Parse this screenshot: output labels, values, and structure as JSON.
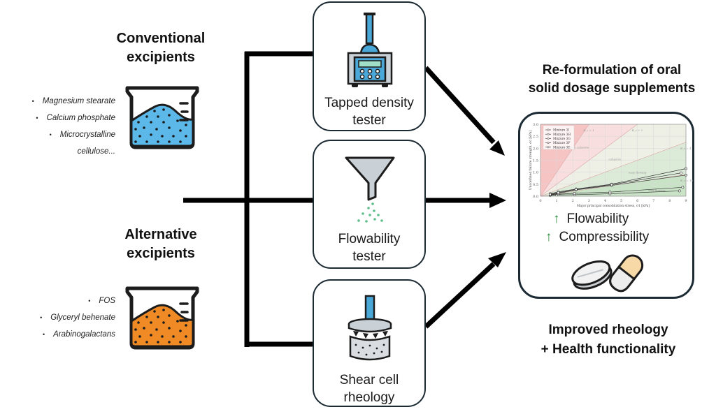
{
  "inputs": {
    "conventional": {
      "title_line1": "Conventional",
      "title_line2": "excipients",
      "items": [
        "Magnesium stearate",
        "Calcium phosphate",
        "Microcrystalline",
        "cellulose..."
      ],
      "powder_color": "#5bb8e8"
    },
    "alternative": {
      "title_line1": "Alternative",
      "title_line2": "excipients",
      "items": [
        "FOS",
        "Glyceryl behenate",
        "Arabinogalactans"
      ],
      "powder_color": "#f08a24"
    }
  },
  "tests": [
    {
      "icon": "tapped-density-tester-icon",
      "line1": "Tapped density",
      "line2": "tester"
    },
    {
      "icon": "funnel-icon",
      "line1": "Flowability",
      "line2": "tester"
    },
    {
      "icon": "shear-cell-icon",
      "line1": "Shear cell",
      "line2": "rheology"
    }
  ],
  "result": {
    "title_line1": "Re-formulation of oral",
    "title_line2": "solid dosage supplements",
    "gains": [
      {
        "arrow": "↑",
        "label": "Flowability"
      },
      {
        "arrow": "↑",
        "label": "Compressibility"
      }
    ],
    "icon": "pills-icon"
  },
  "outcome": {
    "line1": "Improved rheology",
    "line2": "+ Health functionality"
  },
  "colors": {
    "accent_blue": "#4aa8d8",
    "accent_orange": "#f08a24",
    "gain_green": "#2e8b3e",
    "outline": "#1b2a33"
  },
  "chart_data": {
    "type": "line",
    "title": "",
    "xlabel": "Major principal consolidation stress, σ1 [kPa]",
    "ylabel": "Unconfined failure strength, σc [kPa]",
    "xlim": [
      0,
      9
    ],
    "ylim": [
      0,
      3.0
    ],
    "xticks": [
      0,
      1,
      2,
      3,
      4,
      5,
      6,
      7,
      8,
      9
    ],
    "yticks": [
      "0.0",
      "0.5",
      "1.0",
      "1.5",
      "2.0",
      "2.5",
      "3.0"
    ],
    "grid": true,
    "legend_position": "top-left",
    "ff_lines": [
      {
        "label": "ff_c = 1",
        "slope": 1
      },
      {
        "label": "ff_c = 2",
        "slope": 0.5
      },
      {
        "label": "ff_c = 4",
        "slope": 0.25
      },
      {
        "label": "ff_c = 10",
        "slope": 0.1
      }
    ],
    "regions": [
      "very cohesive",
      "cohesive",
      "easy flowing",
      "free flowing"
    ],
    "series": [
      {
        "name": "Mixture 3I",
        "x": [
          0.6,
          1.0,
          2.1,
          4.3,
          8.6
        ],
        "y": [
          0.03,
          0.05,
          0.06,
          0.1,
          0.22
        ]
      },
      {
        "name": "Mixture 3H",
        "x": [
          0.6,
          1.1,
          2.1,
          4.3,
          8.8
        ],
        "y": [
          0.05,
          0.08,
          0.12,
          0.17,
          0.37
        ]
      },
      {
        "name": "Mixture 3G",
        "x": [
          0.6,
          1.1,
          2.2,
          4.4,
          9.0
        ],
        "y": [
          0.06,
          0.12,
          0.26,
          0.45,
          0.88
        ]
      },
      {
        "name": "Mixture 3F",
        "x": [
          0.6,
          1.1,
          2.2,
          4.4,
          9.0
        ],
        "y": [
          0.1,
          0.18,
          0.3,
          0.5,
          1.15
        ]
      },
      {
        "name": "Mixture 3E",
        "x": [
          0.6,
          1.1,
          2.2,
          4.4,
          8.7
        ],
        "y": [
          0.08,
          0.15,
          0.28,
          0.48,
          0.97
        ]
      }
    ]
  }
}
